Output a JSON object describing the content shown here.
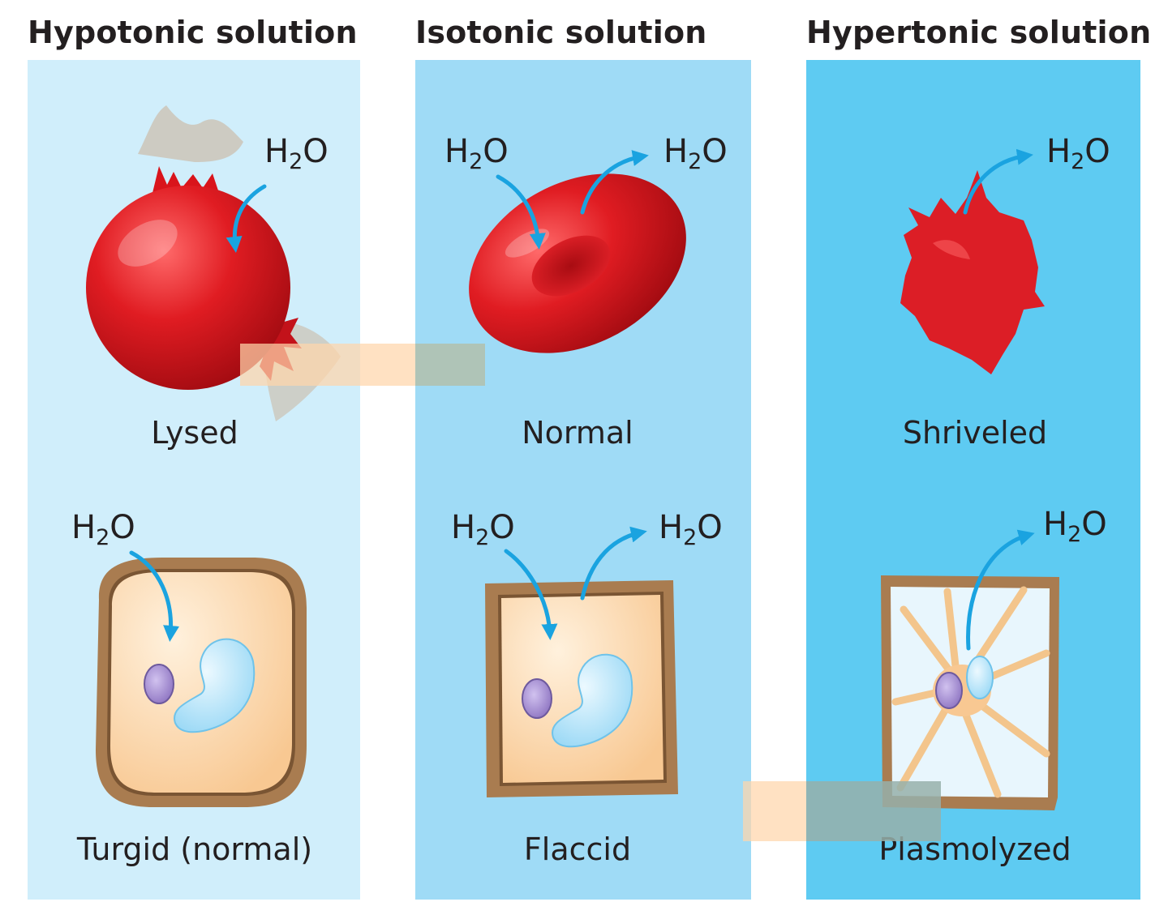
{
  "columns": [
    {
      "title": "Hypotonic solution",
      "animal_label": "Lysed",
      "plant_label": "Turgid (normal)",
      "bg": "#d0eefb"
    },
    {
      "title": "Isotonic solution",
      "animal_label": "Normal",
      "plant_label": "Flaccid",
      "bg": "#9fdbf6"
    },
    {
      "title": "Hypertonic solution",
      "animal_label": "Shriveled",
      "plant_label": "Plasmolyzed",
      "bg": "#5ecbf2"
    }
  ],
  "water": {
    "prefix": "H",
    "subscript": "2",
    "suffix": "O"
  },
  "colors": {
    "arrow": "#1aa3e0",
    "blood_cell": "#d9141b",
    "cell_wall": "#a97c50",
    "cytoplasm": "#fbd3a5",
    "nucleus": "#a48fcf",
    "vacuole": "#b7e6fb"
  }
}
